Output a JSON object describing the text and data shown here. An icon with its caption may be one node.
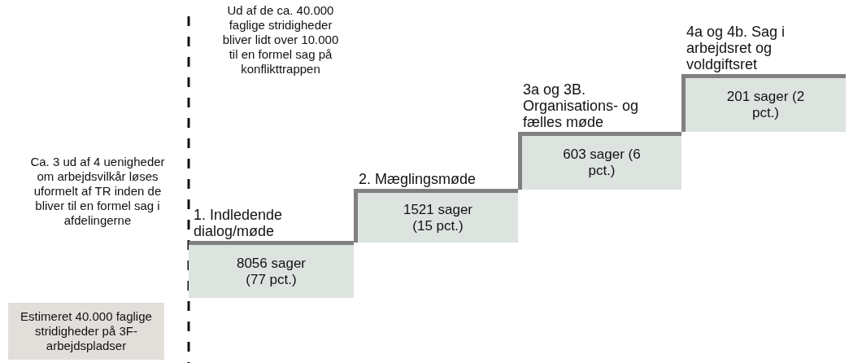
{
  "diagram": {
    "nodes": [
      {
        "text": [
          "Estimeret 40.000 faglige stridigheder på 3F-arbejdspladser"
        ]
      },
      {
        "text": [
          "1. Indledende dialog/møde",
          "8056 sager (77 pct.)"
        ]
      },
      {
        "text": [
          "2. Mæglingsmøde",
          "1521 sager (15 pct.)"
        ]
      },
      {
        "text": [
          "3a og 3B. Organisations- og fælles møde",
          "603 sager (6 pct.)"
        ]
      },
      {
        "text": [
          "4a og 4b. Sag i arbejdsret og voldgiftsret",
          "201 sager (2 pct.)"
        ]
      }
    ],
    "labels": [
      "Ud af de ca. 40.000 faglige stridigheder bliver lidt over 10.000 til en formel sag på konflikttrappen",
      "Ca. 3 ud af 4 uenigheder om arbejdsvilkår løses uformelt af TR inden de bliver til en formel sag i afdelingerne"
    ]
  }
}
